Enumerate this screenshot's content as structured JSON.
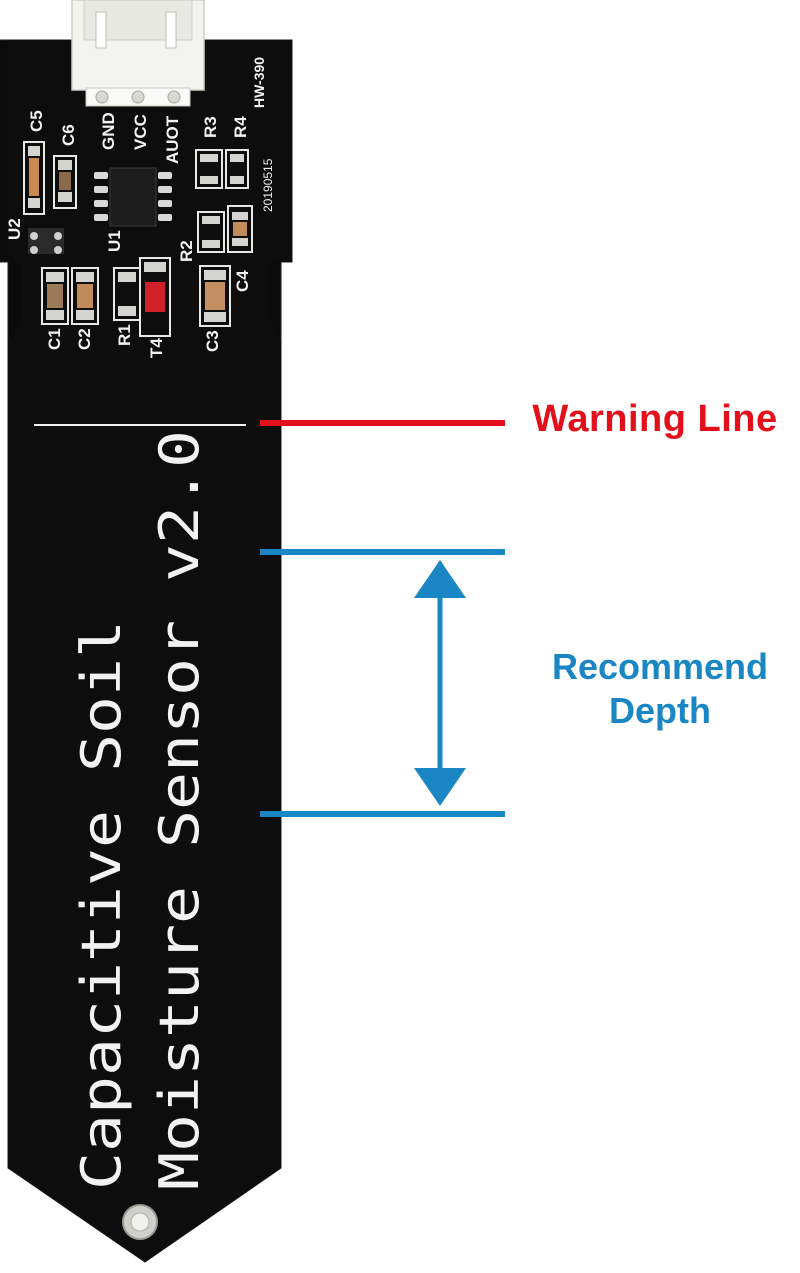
{
  "board": {
    "title_line1": "Capacitive Soil",
    "title_line2": "Moisture Sensor v2.0",
    "model": "HW-390",
    "date_code": "20190515",
    "pins": [
      "GND",
      "VCC",
      "AUOT"
    ],
    "components": {
      "c5": "C5",
      "c6": "C6",
      "u2": "U2",
      "u1": "U1",
      "r3": "R3",
      "r4": "R4",
      "r2": "R2",
      "c4": "C4",
      "c1": "C1",
      "c2": "C2",
      "r1": "R1",
      "t4": "T4",
      "c3": "C3"
    }
  },
  "annotations": {
    "warning_line": "Warning Line",
    "recommend_depth_line1": "Recommend",
    "recommend_depth_line2": "Depth"
  },
  "colors": {
    "warning": "#e3101c",
    "depth": "#1a86c3",
    "pcb": "#0b0b0b",
    "silkscreen": "#f2f2f2",
    "connector": "#f3f3f0"
  }
}
